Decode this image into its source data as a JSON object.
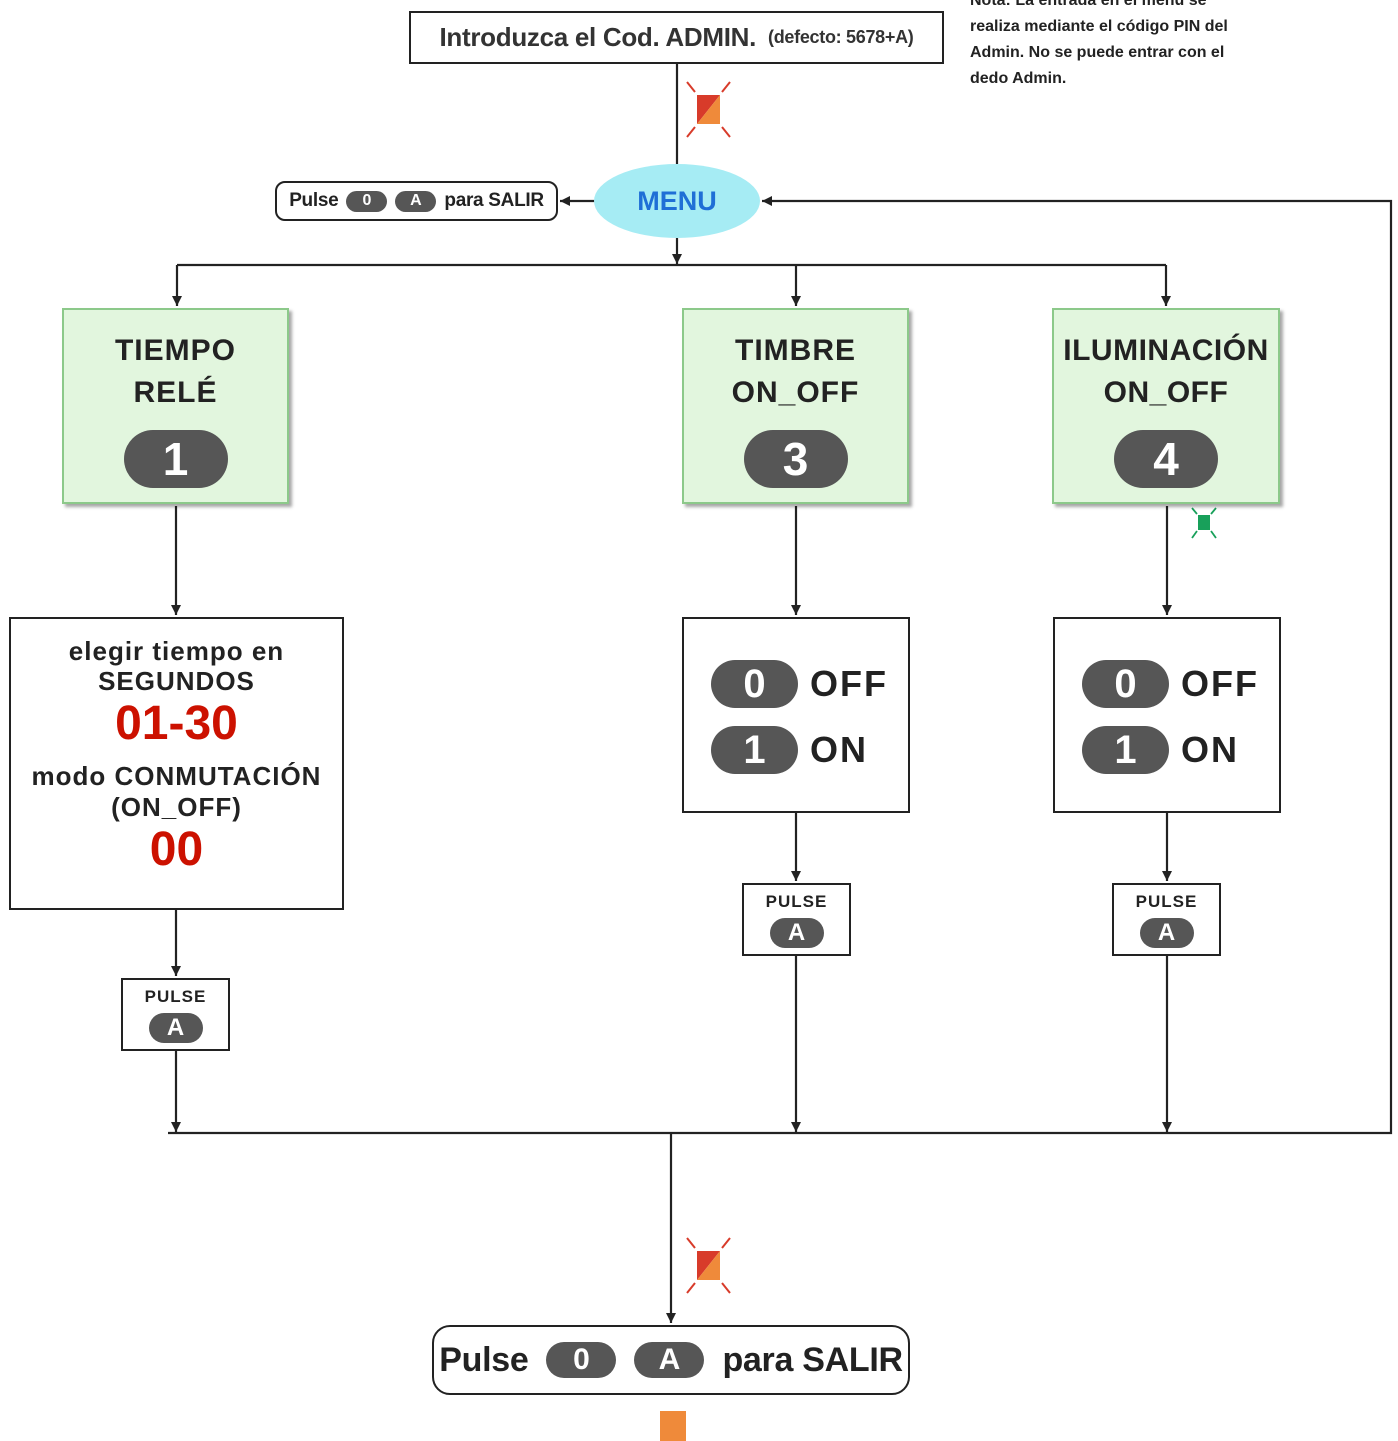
{
  "note": {
    "line1": "Nota: La entrada en el menú se",
    "line2": "realiza mediante el código PIN del",
    "line3": "Admin. No se puede entrar con el",
    "line4": "dedo Admin."
  },
  "admin_box": {
    "main": "Introduzca el Cod. ADMIN.",
    "default": "(defecto: 5678+A)"
  },
  "menu_label": "MENU",
  "exit_small": {
    "pulse": "Pulse",
    "key0": "0",
    "keyA": "A",
    "suffix": "para SALIR"
  },
  "options": [
    {
      "title_line1": "TIEMPO",
      "title_line2": "RELÉ",
      "key": "1"
    },
    {
      "title_line1": "TIMBRE",
      "title_line2": "ON_OFF",
      "key": "3"
    },
    {
      "title_line1": "ILUMINACIÓN",
      "title_line2": "ON_OFF",
      "key": "4"
    }
  ],
  "relay_detail": {
    "line1": "elegir tiempo en",
    "line2": "SEGUNDOS",
    "range": "01-30",
    "line3": "modo CONMUTACIÓN",
    "line4": "(ON_OFF)",
    "code": "00"
  },
  "toggle": {
    "key_off": "0",
    "label_off": "OFF",
    "key_on": "1",
    "label_on": "ON"
  },
  "pulse_box": {
    "label": "PULSE",
    "key": "A"
  },
  "exit_big": {
    "pulse": "Pulse",
    "key0": "0",
    "keyA": "A",
    "suffix": "para SALIR"
  },
  "colors": {
    "red_value": "#cc1100",
    "menu_fill": "#a6ecf4",
    "menu_text": "#1f6fd6",
    "green_box": "#e2f6de",
    "led_orange": "#ef8a3a",
    "led_red": "#d83b2a",
    "led_green": "#18a05a"
  }
}
